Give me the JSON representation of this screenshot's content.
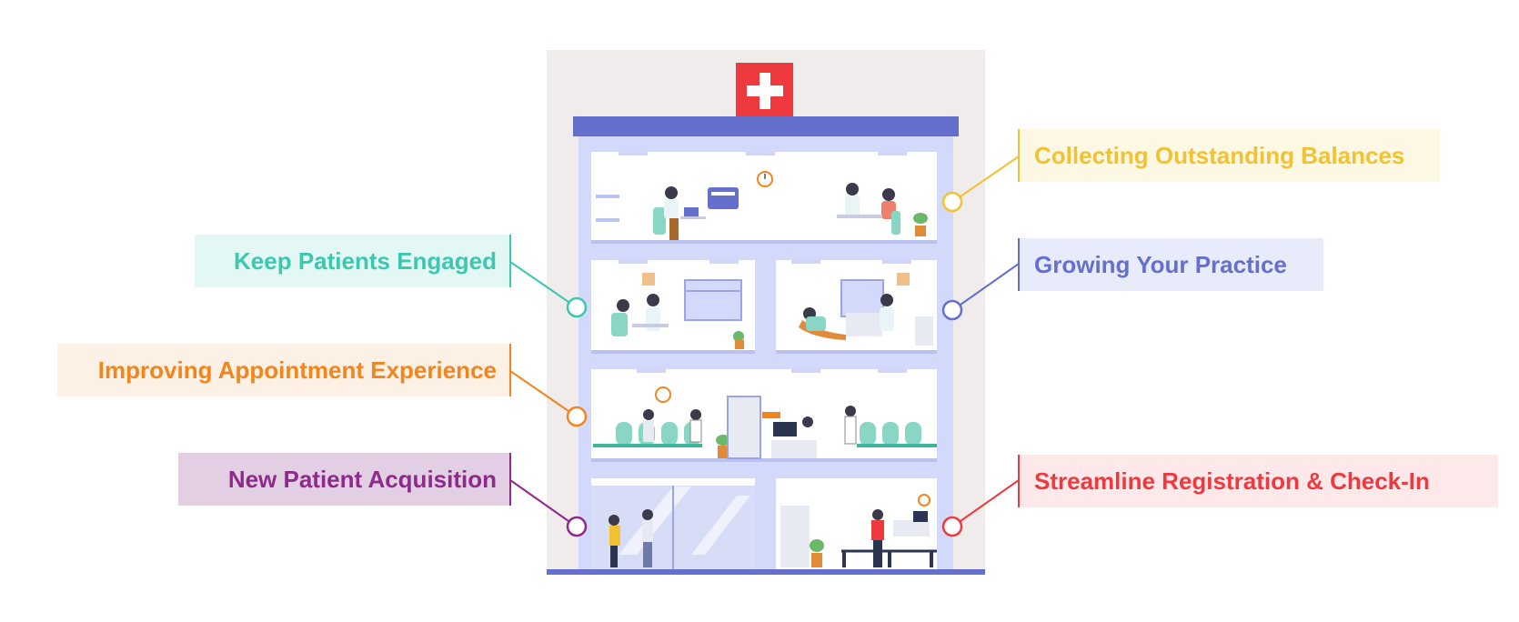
{
  "labels": {
    "collecting": {
      "text": "Collecting Outstanding Balances",
      "color": "#f2c232",
      "bg": "#fdf8e4"
    },
    "growing": {
      "text": "Growing Your Practice",
      "color": "#6470cc",
      "bg": "#e8ebfa"
    },
    "streamline": {
      "text": "Streamline Registration & Check-In",
      "color": "#ee3a3f",
      "bg": "#fde9ea"
    },
    "engaged": {
      "text": "Keep Patients Engaged",
      "color": "#3cc8b0",
      "bg": "#e3f8f4"
    },
    "appointment": {
      "text": "Improving Appointment Experience",
      "color": "#f1851e",
      "bg": "#fdf0e4"
    },
    "acquisition": {
      "text": "New Patient Acquisition",
      "color": "#8e2a8a",
      "bg": "#e3cfe3"
    }
  },
  "colors": {
    "backdrop": "#efeceb",
    "building": "#d3d9fb",
    "roof": "#6470cc",
    "cross_sign": "#ee3a3f",
    "room": "#ffffff",
    "seats": "#8ad6c4"
  },
  "icons": [
    "medical-cross-icon",
    "clock-icon",
    "credit-card-icon",
    "plant-icon",
    "computer-icon",
    "window-icon"
  ]
}
